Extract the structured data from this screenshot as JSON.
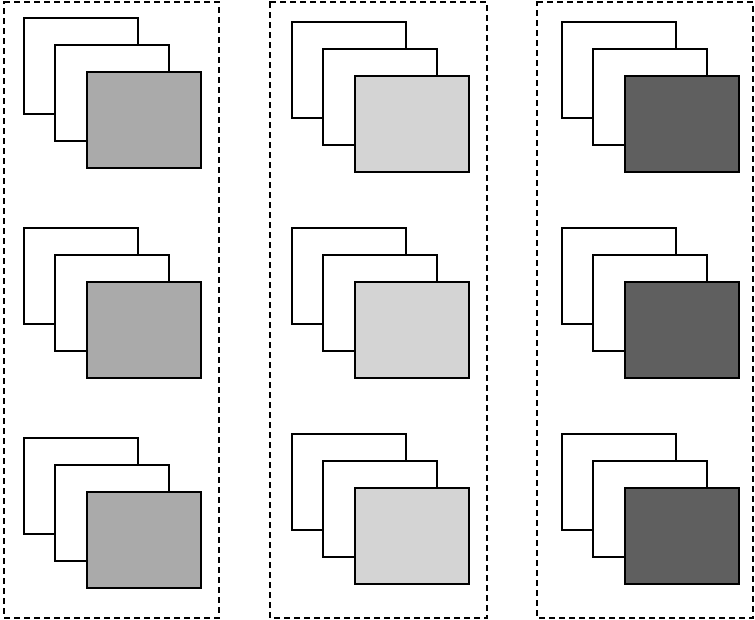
{
  "diagram": {
    "columns": [
      {
        "id": "left",
        "front_fill": "#aaaaaa",
        "groups": 3
      },
      {
        "id": "middle",
        "front_fill": "#d4d4d4",
        "groups": 3
      },
      {
        "id": "right",
        "front_fill": "#5f5f5f",
        "groups": 3
      }
    ],
    "back_fill": "#ffffff",
    "stroke": "#000000",
    "frame_stroke": "#000000"
  }
}
